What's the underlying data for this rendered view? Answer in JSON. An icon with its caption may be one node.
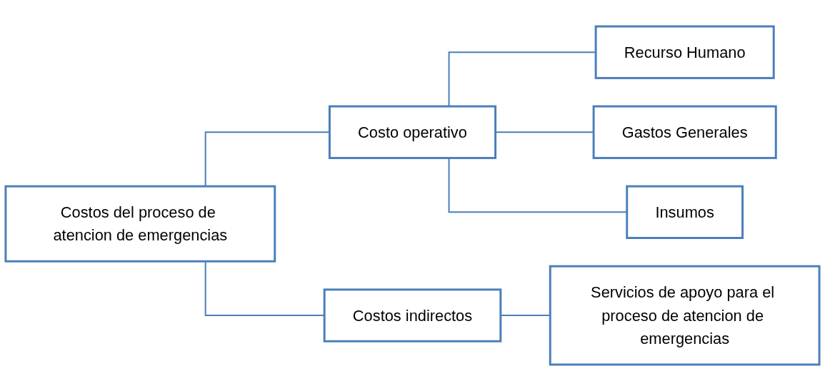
{
  "diagram": {
    "nodes": [
      {
        "text": [
          "Costos del proceso de atencion de emergencias"
        ]
      },
      {
        "text": [
          "Costo operativo"
        ]
      },
      {
        "text": [
          "Recurso Humano"
        ]
      },
      {
        "text": [
          "Gastos Generales"
        ]
      },
      {
        "text": [
          "Insumos"
        ]
      },
      {
        "text": [
          "Costos indirectos"
        ]
      },
      {
        "text": [
          "Servicios de apoyo para el proceso de atencion de emergencias"
        ]
      }
    ],
    "edges": [
      {
        "from": 0,
        "to": 1,
        "arrow": "none"
      },
      {
        "from": 0,
        "to": 5,
        "arrow": "none"
      },
      {
        "from": 1,
        "to": 2,
        "arrow": "none"
      },
      {
        "from": 1,
        "to": 3,
        "arrow": "none"
      },
      {
        "from": 1,
        "to": 4,
        "arrow": "none"
      },
      {
        "from": 5,
        "to": 6,
        "arrow": "none"
      }
    ]
  }
}
